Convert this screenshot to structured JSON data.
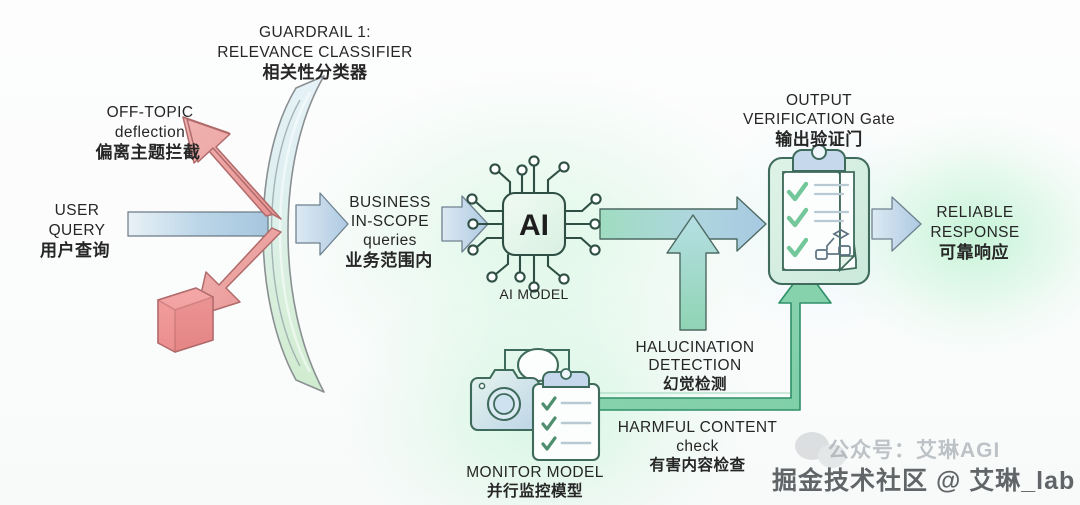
{
  "diagram": {
    "title_en": "GUARDRAIL 1:\nRELEVANCE CLASSIFIER",
    "nodes": {
      "guardrail": {
        "line1": "GUARDRAIL 1:",
        "line2": "RELEVANCE CLASSIFIER",
        "cn": "相关性分类器"
      },
      "offtopic": {
        "line1": "OFF-TOPIC",
        "line2": "deflection",
        "cn": "偏离主题拦截"
      },
      "user_query": {
        "line1": "USER",
        "line2": "QUERY",
        "cn": "用户查询"
      },
      "in_scope": {
        "line1": "BUSINESS",
        "line2": "IN-SCOPE",
        "line3": "queries",
        "cn": "业务范围内"
      },
      "ai_model": {
        "chip_label": "AI",
        "caption": "AI MODEL"
      },
      "output_gate": {
        "line1": "OUTPUT",
        "line2": "VERIFICATION Gate",
        "cn": "输出验证门"
      },
      "reliable": {
        "line1": "RELIABLE",
        "line2": "RESPONSE",
        "cn": "可靠响应"
      },
      "hallucination": {
        "line1": "HALUCINATION",
        "line2": "DETECTION",
        "cn": "幻觉检测"
      },
      "harmful": {
        "line1": "HARMFUL CONTENT",
        "line2": "check",
        "cn": "有害内容检查"
      },
      "monitor": {
        "line1": "MONITOR MODEL",
        "cn": "并行监控模型"
      }
    },
    "icons": {
      "shield": "curved-shield-barrier",
      "cube": "blocked-query-cube",
      "chip": "ai-chip-icon",
      "clipboard": "verification-clipboard-icon",
      "camera": "camera-icon",
      "magnifier": "magnifying-glass-icon",
      "monitor_clipboard": "checklist-clipboard-icon"
    },
    "colors": {
      "deflect_arrow": "#e89a9a",
      "cube": "#ef8c8c",
      "flow_arrow_blue": "#a9c8e0",
      "flow_arrow_green": "#7ed0ac",
      "check_green": "#74c79b",
      "text": "#262626"
    },
    "watermarks": {
      "top": "公众号：艾琳AGI",
      "bottom": "掘金技术社区 @ 艾琳_lab"
    }
  }
}
